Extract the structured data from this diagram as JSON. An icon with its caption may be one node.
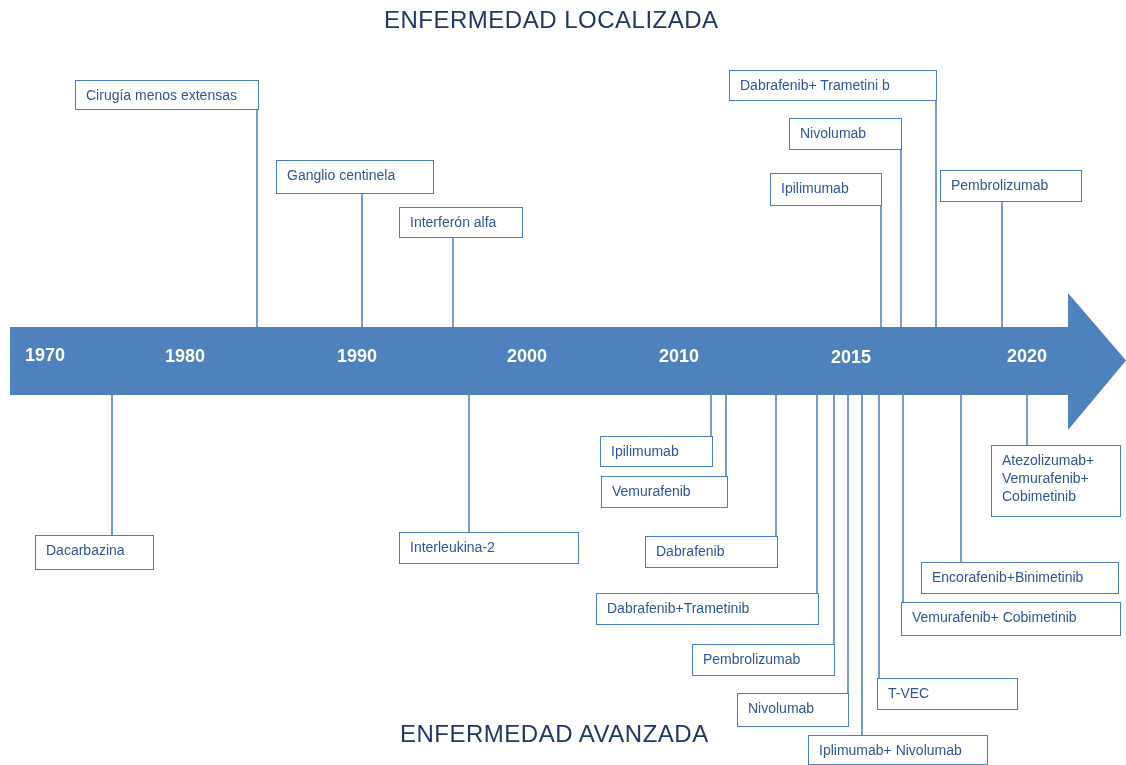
{
  "diagram": {
    "title": "ENFERMEDAD LOCALIZADA",
    "nodes": [
      {
        "text": [],
        "shape": "arrow"
      },
      {
        "text": [
          "Cirugía menos extensas"
        ]
      },
      {
        "text": [
          "Ganglio centinela"
        ]
      },
      {
        "text": [
          "Interferón alfa"
        ]
      },
      {
        "text": [
          "Dabrafenib+ Trametini b"
        ]
      },
      {
        "text": [
          "Nivolumab"
        ]
      },
      {
        "text": [
          "Ipilimumab"
        ]
      },
      {
        "text": [
          "Pembrolizumab"
        ]
      },
      {
        "text": [
          "Dacarbazina"
        ]
      },
      {
        "text": [
          "Interleukina-2"
        ]
      },
      {
        "text": [
          "Ipilimumab"
        ]
      },
      {
        "text": [
          "Vemurafenib"
        ]
      },
      {
        "text": [
          "Dabrafenib"
        ]
      },
      {
        "text": [
          "Dabrafenib+Trametinib"
        ]
      },
      {
        "text": [
          "Pembrolizumab"
        ]
      },
      {
        "text": [
          "Nivolumab"
        ]
      },
      {
        "text": [
          "Iplimumab+ Nivolumab"
        ]
      },
      {
        "text": [
          "T-VEC"
        ]
      },
      {
        "text": [
          "Vemurafenib+ Cobimetinib"
        ]
      },
      {
        "text": [
          "Encorafenib+Binimetinib"
        ]
      },
      {
        "text": [
          "Atezolizumab+ Vemurafenib+ Cobimetinib"
        ]
      }
    ],
    "edges": [
      {
        "from": 1,
        "to": 0,
        "arrow": "none"
      },
      {
        "from": 2,
        "to": 0,
        "arrow": "none"
      },
      {
        "from": 3,
        "to": 0,
        "arrow": "none"
      },
      {
        "from": 4,
        "to": 0,
        "arrow": "none"
      },
      {
        "from": 5,
        "to": 0,
        "arrow": "none"
      },
      {
        "from": 6,
        "to": 0,
        "arrow": "none"
      },
      {
        "from": 7,
        "to": 0,
        "arrow": "none"
      },
      {
        "from": 8,
        "to": 0,
        "arrow": "none"
      },
      {
        "from": 9,
        "to": 0,
        "arrow": "none"
      },
      {
        "from": 10,
        "to": 0,
        "arrow": "none"
      },
      {
        "from": 11,
        "to": 0,
        "arrow": "none"
      },
      {
        "from": 12,
        "to": 0,
        "arrow": "none"
      },
      {
        "from": 13,
        "to": 0,
        "arrow": "none"
      },
      {
        "from": 14,
        "to": 0,
        "arrow": "none"
      },
      {
        "from": 15,
        "to": 0,
        "arrow": "none"
      },
      {
        "from": 16,
        "to": 0,
        "arrow": "none"
      },
      {
        "from": 17,
        "to": 0,
        "arrow": "none"
      },
      {
        "from": 18,
        "to": 0,
        "arrow": "none"
      },
      {
        "from": 19,
        "to": 0,
        "arrow": "none"
      },
      {
        "from": 20,
        "to": 0,
        "arrow": "none"
      }
    ],
    "labels": [
      "1970",
      "1980",
      "1990",
      "2000",
      "2010",
      "2015",
      "2020",
      "ENFERMEDAD AVANZADA"
    ]
  }
}
